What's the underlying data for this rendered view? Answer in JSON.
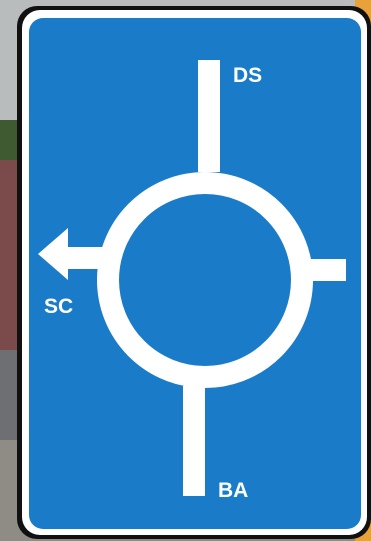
{
  "sign": {
    "type": "roundabout-direction-sign",
    "sign_color": "#1a7cc9",
    "border_color": "#ffffff",
    "frame_color": "#111111",
    "destinations": {
      "top": "DS",
      "left": "SC",
      "bottom": "BA"
    },
    "exits": [
      "top",
      "left",
      "right",
      "bottom"
    ],
    "highlighted_exit": "left",
    "icon": "roundabout-diagram-icon"
  },
  "background": {
    "sky_color": "#b9bcbd",
    "building_color": "#6d6f72",
    "ground_color": "#8f8c86",
    "foliage_color": "#3f5a30",
    "accent_color": "#f0a020"
  }
}
